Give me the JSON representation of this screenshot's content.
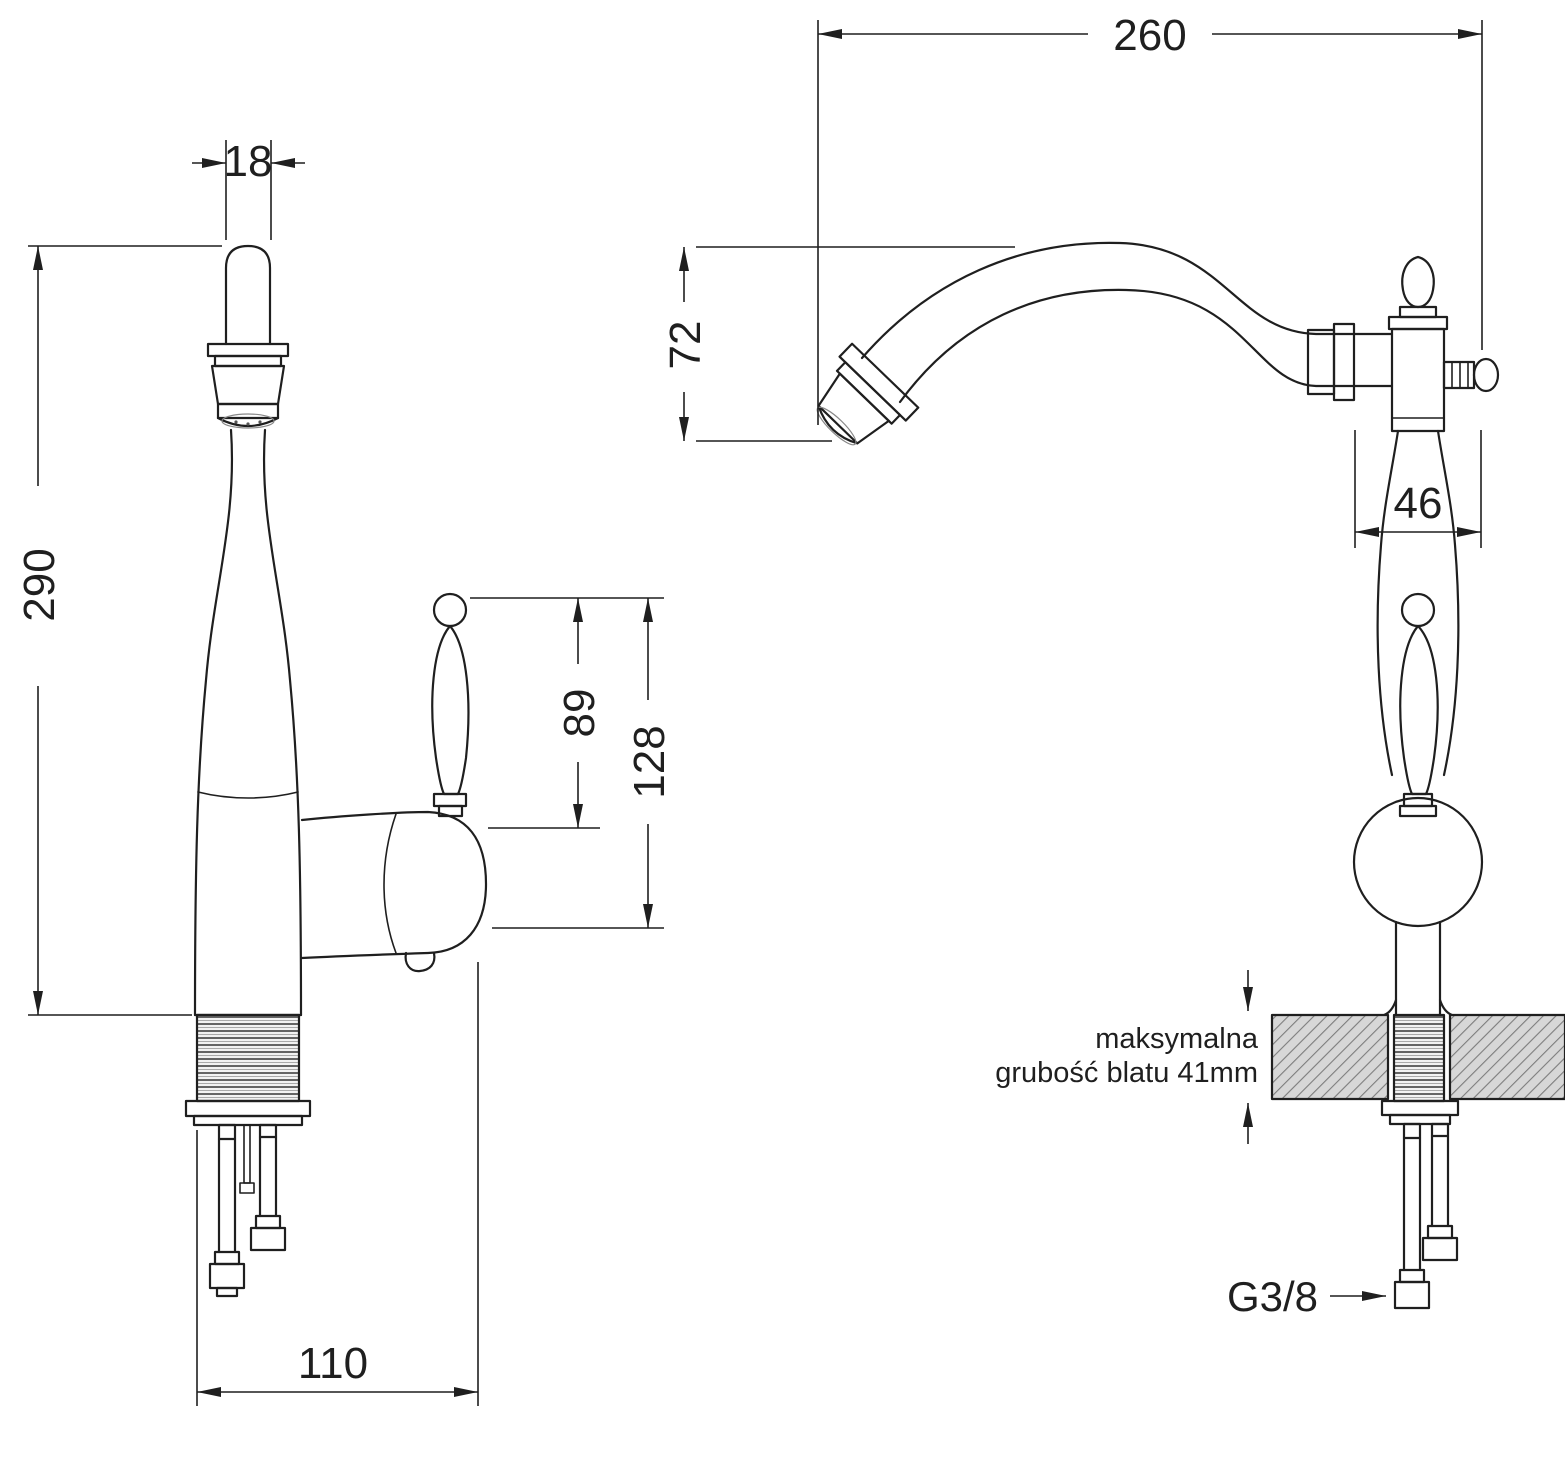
{
  "views": {
    "left": {
      "dims": {
        "spout_width": "18",
        "total_height": "290",
        "handle_height": "89",
        "handle_overall": "128",
        "base_depth": "110"
      }
    },
    "right": {
      "dims": {
        "spout_reach": "260",
        "spout_drop": "72",
        "body_width": "46"
      },
      "notes": {
        "counter_line1": "maksymalna",
        "counter_line2": "grubość blatu 41mm",
        "connection": "G3/8"
      }
    }
  },
  "colors": {
    "line": "#1f1f1f",
    "counter_fill": "#d7d7d7",
    "counter_hatch": "#7d7d7d"
  }
}
